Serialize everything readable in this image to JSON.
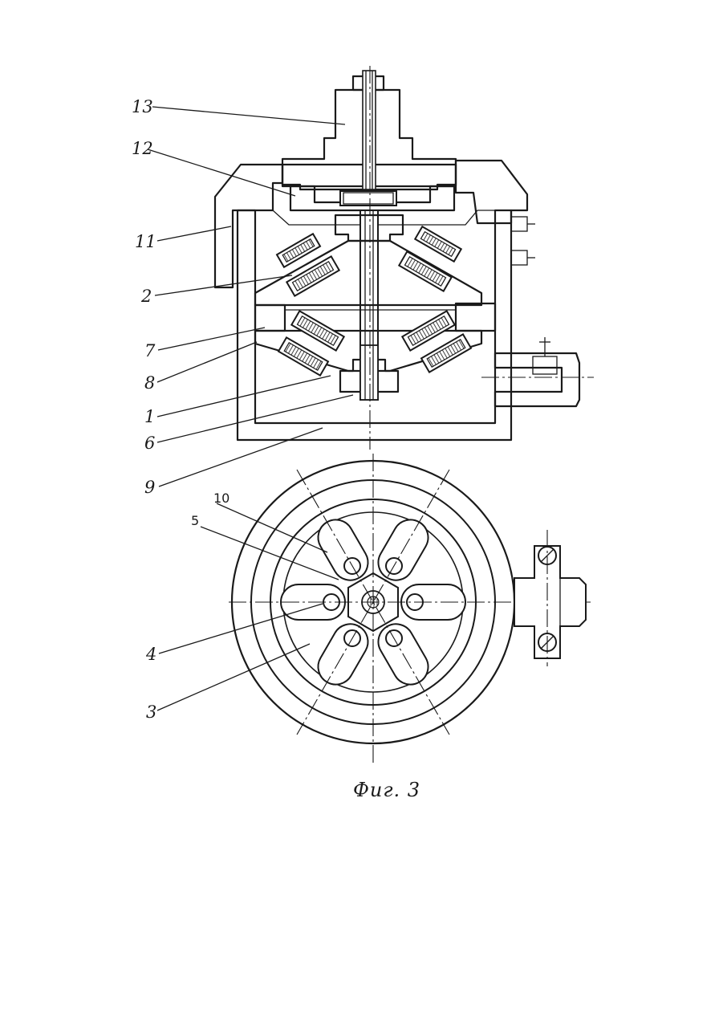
{
  "figure": {
    "caption": "Фиг. 3",
    "callouts": {
      "c13": "13",
      "c12": "12",
      "c11": "11",
      "c2": "2",
      "c7": "7",
      "c8": "8",
      "c1": "1",
      "c6": "6",
      "c9": "9",
      "c10": "10",
      "c5": "5",
      "c4": "4",
      "c3": "3"
    }
  }
}
